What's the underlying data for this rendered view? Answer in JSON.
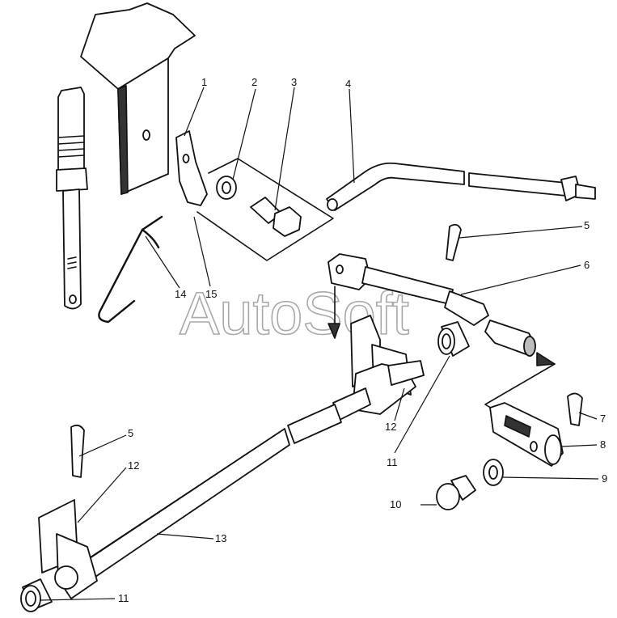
{
  "watermark": "AutoSoft",
  "callouts": {
    "c1": "1",
    "c2": "2",
    "c3": "3",
    "c4": "4",
    "c5a": "5",
    "c6": "6",
    "c7": "7",
    "c8": "8",
    "c9": "9",
    "c10": "10",
    "c11a": "11",
    "c12a": "12",
    "c5b": "5",
    "c12b": "12",
    "c13": "13",
    "c11b": "11",
    "c14": "14",
    "c15": "15"
  }
}
